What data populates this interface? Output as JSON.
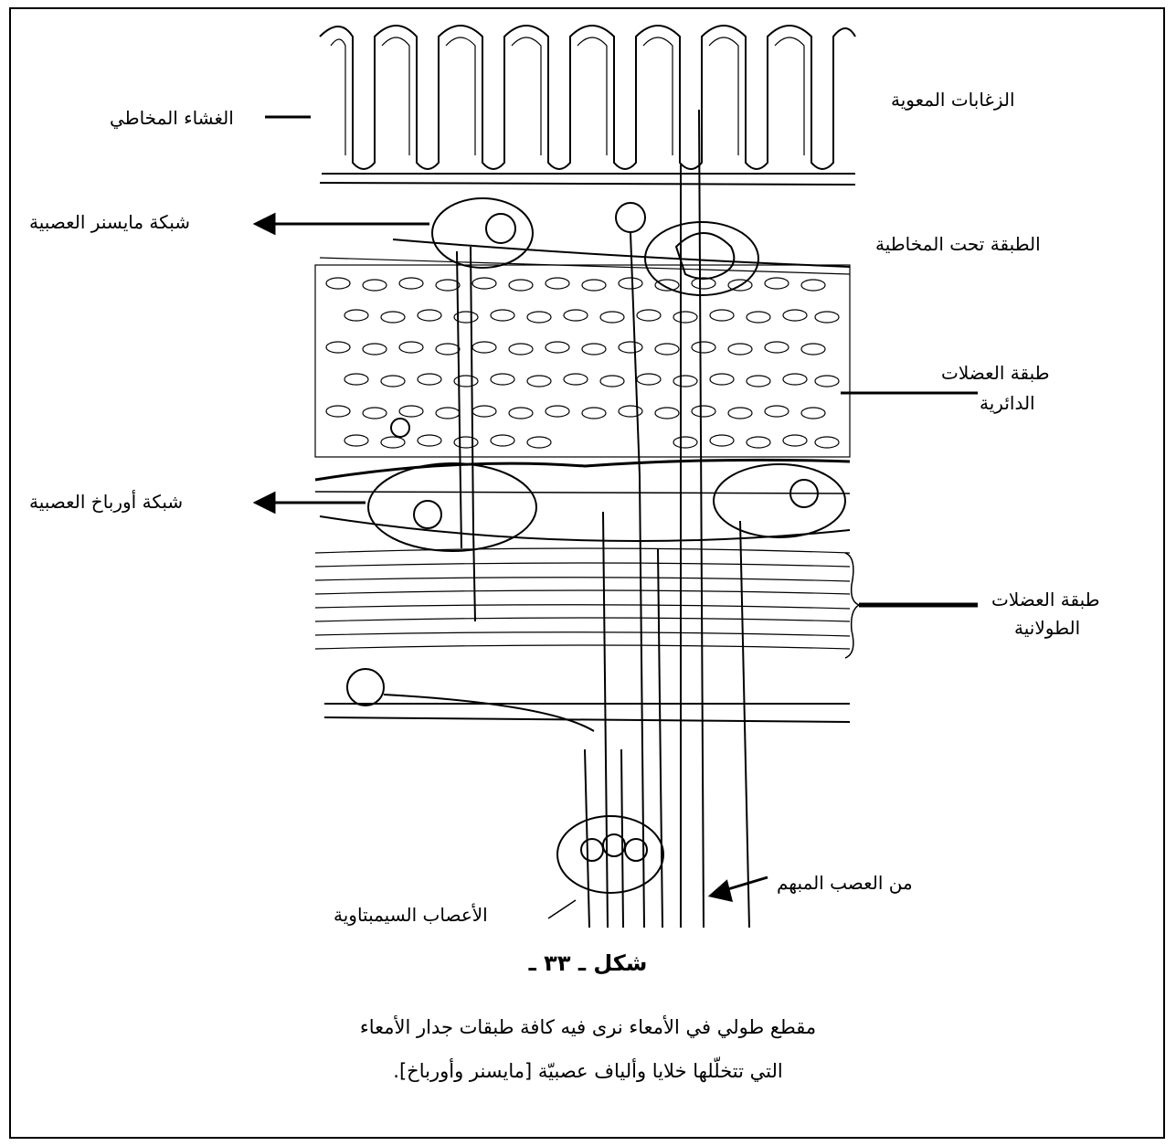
{
  "labels": {
    "mucosa": "الغشاء المخاطي",
    "villi": "الزغابات المعوية",
    "meissner": "شبكة مايسنر العصبية",
    "submucosa": "الطبقة تحت المخاطية",
    "circular_1": "طبقة العضلات",
    "circular_2": "الدائرية",
    "auerbach": "شبكة أورباخ العصبية",
    "longitudinal_1": "طبقة العضلات",
    "longitudinal_2": "الطولانية",
    "vagus": "من العصب المبهم",
    "sympathetic": "الأعصاب السيمبتاوية"
  },
  "caption": {
    "title": "شكل ـ ٣٣ ـ",
    "line1": "مقطع طولي في الأمعاء نرى فيه كافة طبقات جدار الأمعاء",
    "line2": "التي تتخلّلها خلايا وألياف عصبيّة [مايسنر وأورباخ]."
  },
  "colors": {
    "ink": "#000000",
    "paper": "#ffffff"
  }
}
